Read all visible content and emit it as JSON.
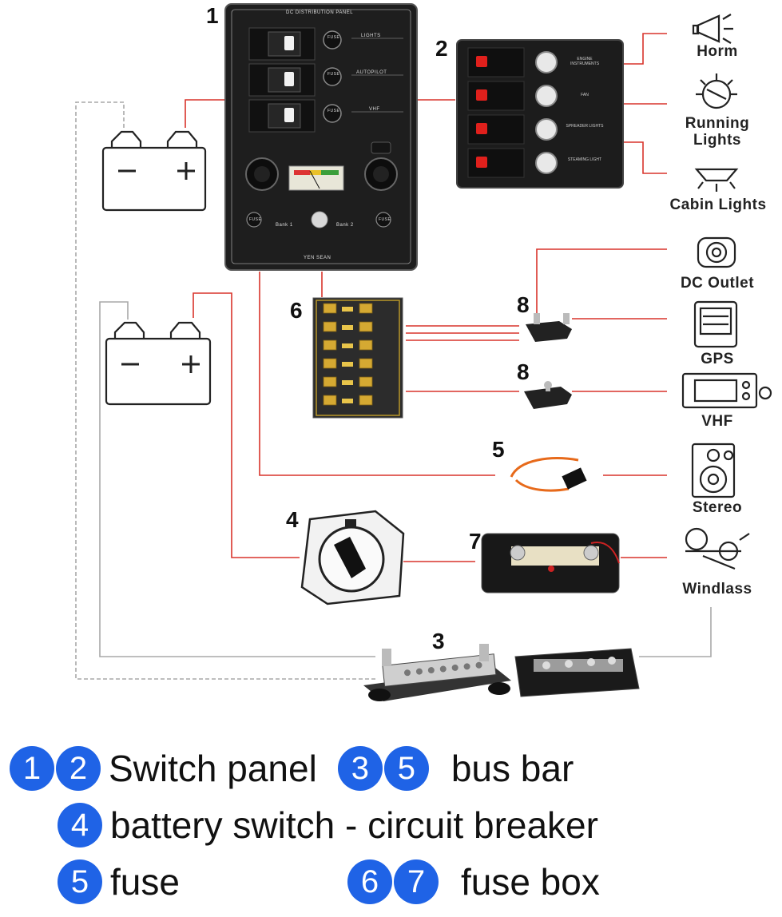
{
  "numbers": {
    "n1": "1",
    "n2": "2",
    "n3": "3",
    "n4": "4",
    "n5": "5",
    "n6": "6",
    "n7": "7",
    "n8a": "8",
    "n8b": "8"
  },
  "switch_panel_1": {
    "header": "DC DISTRIBUTION PANEL",
    "switch_labels": [
      "LIGHTS",
      "AUTOPILOT",
      "VHF"
    ],
    "fuse_label": "FUSE",
    "bank1": "Bank 1",
    "bank2": "Bank 2",
    "brand": "YEN SEAN"
  },
  "switch_panel_2": {
    "switch_labels": [
      "ENGINE INSTRUMENTS",
      "FAN",
      "SPREADER LIGHTS",
      "STEAMING LIGHT"
    ]
  },
  "devices": {
    "horn": "Horm",
    "running_lights_1": "Running",
    "running_lights_2": "Lights",
    "cabin_lights": "Cabin Lights",
    "dc_outlet": "DC Outlet",
    "gps": "GPS",
    "vhf": "VHF",
    "stereo": "Stereo",
    "windlass": "Windlass"
  },
  "legend": {
    "row1": {
      "badges": [
        "1",
        "2"
      ],
      "text": "Switch panel",
      "badges2": [
        "3",
        "5"
      ],
      "text2": "bus bar"
    },
    "row2": {
      "badges": [
        "4"
      ],
      "text": "battery switch - circuit breaker"
    },
    "row3": {
      "badges": [
        "5"
      ],
      "text": "fuse",
      "badges2": [
        "6",
        "7"
      ],
      "text2": "fuse box"
    }
  },
  "colors": {
    "wire_positive": "#d9342b",
    "wire_negative": "#a8a8a8",
    "badge": "#1f63e6",
    "panel": "#1e1e1e",
    "rocker_red": "#e0201c"
  },
  "icons": {
    "battery": "battery-icon",
    "horn": "horn-icon",
    "running_lights": "lamp-icon",
    "cabin_lights": "ceiling-lamp-icon",
    "dc_outlet": "socket-icon",
    "gps": "gps-icon",
    "vhf": "radio-icon",
    "stereo": "speaker-icon",
    "windlass": "windlass-icon"
  }
}
